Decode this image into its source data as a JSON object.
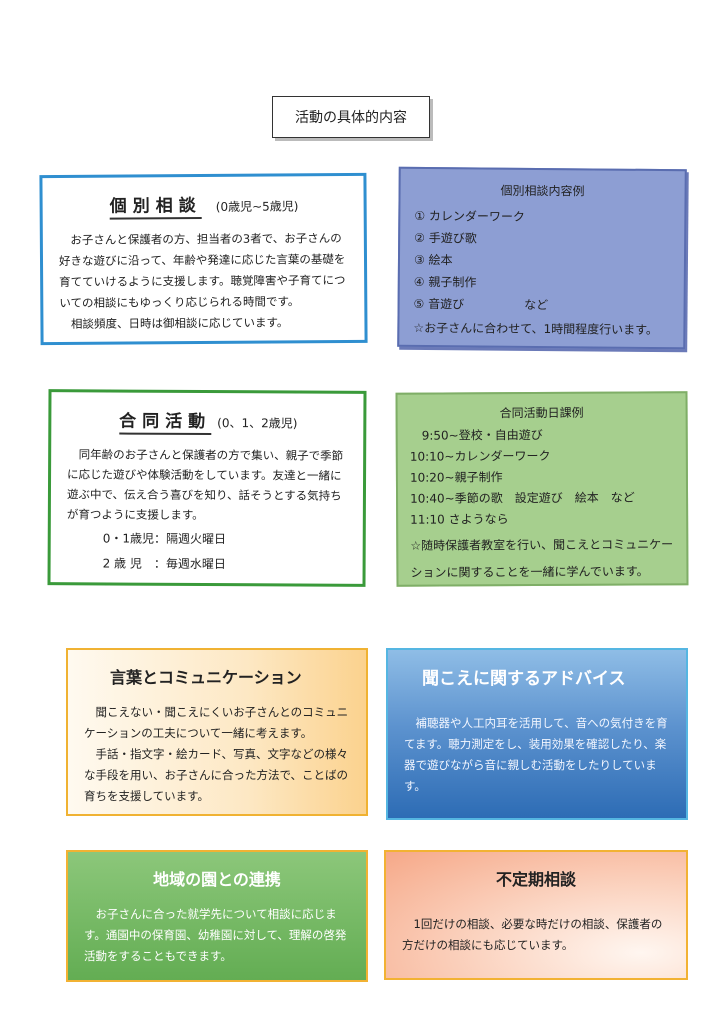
{
  "page_title": "活動の具体的内容",
  "kobetsu": {
    "heading": "個別相談",
    "age": "(0歳児~5歳児)",
    "paragraph1": "お子さんと保護者の方、担当者の3者で、お子さんの好きな遊びに沿って、年齢や発達に応じた言葉の基礎を育てていけるように支援します。聴覚障害や子育てについての相談にもゆっくり応じられる時間です。",
    "paragraph2": "相談頻度、日時は御相談に応じています。"
  },
  "rei": {
    "title": "個別相談内容例",
    "items": [
      "① カレンダーワーク",
      "② 手遊び歌",
      "③ 絵本",
      "④ 親子制作",
      "⑤ 音遊び　　　　　など"
    ],
    "note": "☆お子さんに合わせて、1時間程度行います。"
  },
  "goudou": {
    "heading": "合同活動",
    "age": "(0、1、2歳児)",
    "paragraph": "同年齢のお子さんと保護者の方で集い、親子で季節に応じた遊びや体験活動をしています。友達と一緒に遊ぶ中で、伝え合う喜びを知り、話そうとする気持ちが育つように支援します。",
    "schedule": [
      "0・1歳児：隔週火曜日",
      "2 歳 児　：毎週水曜日"
    ]
  },
  "nikka": {
    "title": "合同活動日課例",
    "lines": [
      "　9:50~登校・自由遊び",
      "10:10~カレンダーワーク",
      "10:20~親子制作",
      "10:40~季節の歌　設定遊び　絵本　など",
      "11:10 さようなら"
    ],
    "note": "☆随時保護者教室を行い、聞こえとコミュニケーションに関することを一緒に学んでいます。"
  },
  "kotoba": {
    "title": "言葉とコミュニケーション",
    "paragraph1": "聞こえない・聞こえにくいお子さんとのコミュニケーションの工夫について一緒に考えます。",
    "paragraph2": "手話・指文字・絵カード、写真、文字などの様々な手段を用い、お子さんに合った方法で、ことばの育ちを支援しています。"
  },
  "kikoe": {
    "title": "聞こえに関するアドバイス",
    "paragraph": "補聴器や人工内耳を活用して、音への気付きを育てます。聴力測定をし、装用効果を確認したり、楽器で遊びながら音に親しむ活動をしたりしています。"
  },
  "chiiki": {
    "title": "地域の園との連携",
    "paragraph": "お子さんに合った就学先について相談に応じます。通園中の保育園、幼稚園に対して、理解の啓発活動をすることもできます。"
  },
  "futei": {
    "title": "不定期相談",
    "paragraph": "1回だけの相談、必要な時だけの相談、保護者の方だけの相談にも応じています。"
  }
}
